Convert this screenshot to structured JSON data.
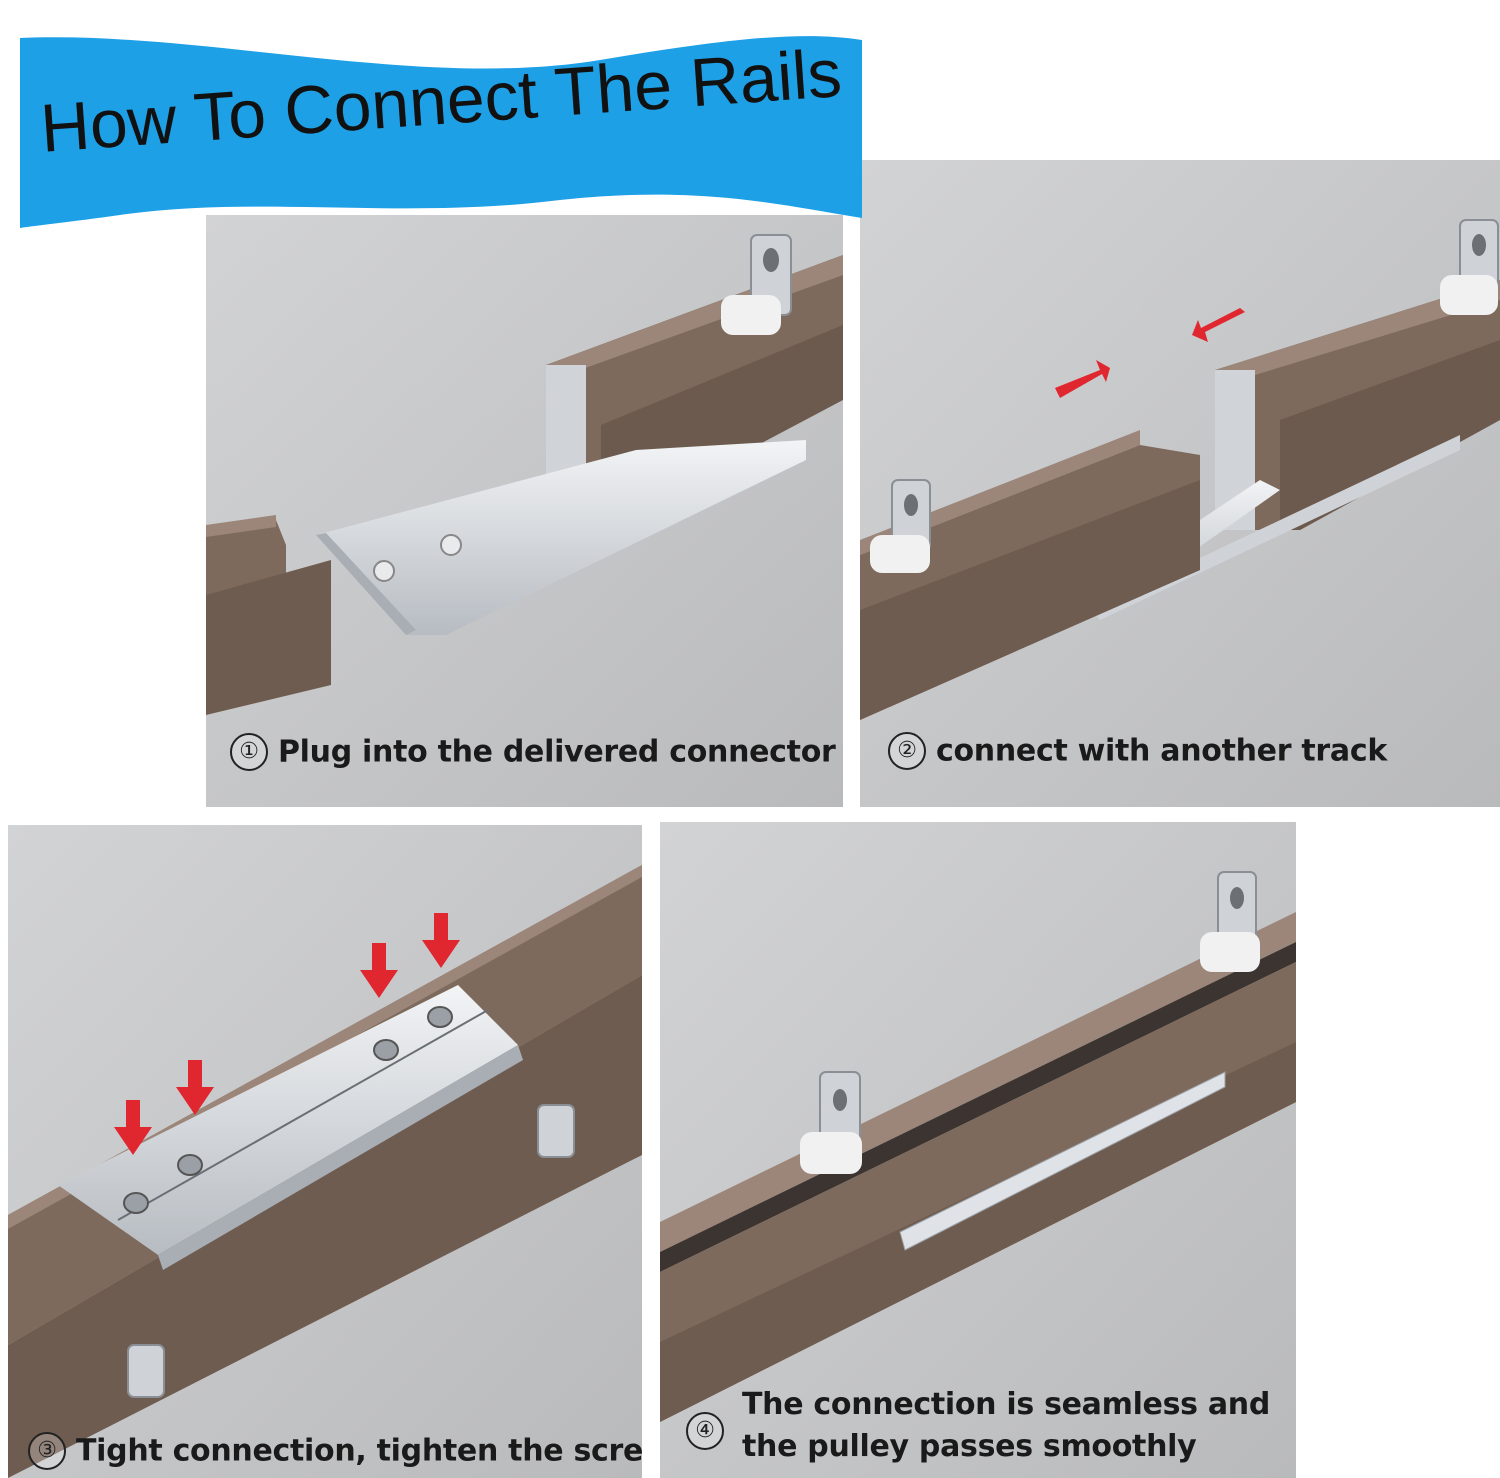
{
  "banner": {
    "title": "How To Connect The Rails",
    "color": "#1ea0e6"
  },
  "colors": {
    "rail": "#7e6a5c",
    "rail_dark": "#5e4d42",
    "rail_light": "#9b8679",
    "aluminum": "#dcdfe3",
    "background": "#c9cacc",
    "arrow": "#e0262e"
  },
  "steps": [
    {
      "number": "①",
      "text": "Plug into the delivered connector"
    },
    {
      "number": "②",
      "text": "connect with another track"
    },
    {
      "number": "③",
      "text": "Tight connection, tighten the screw"
    },
    {
      "number": "④",
      "line1": "The connection is seamless and",
      "line2": "the pulley passes smoothly"
    }
  ]
}
